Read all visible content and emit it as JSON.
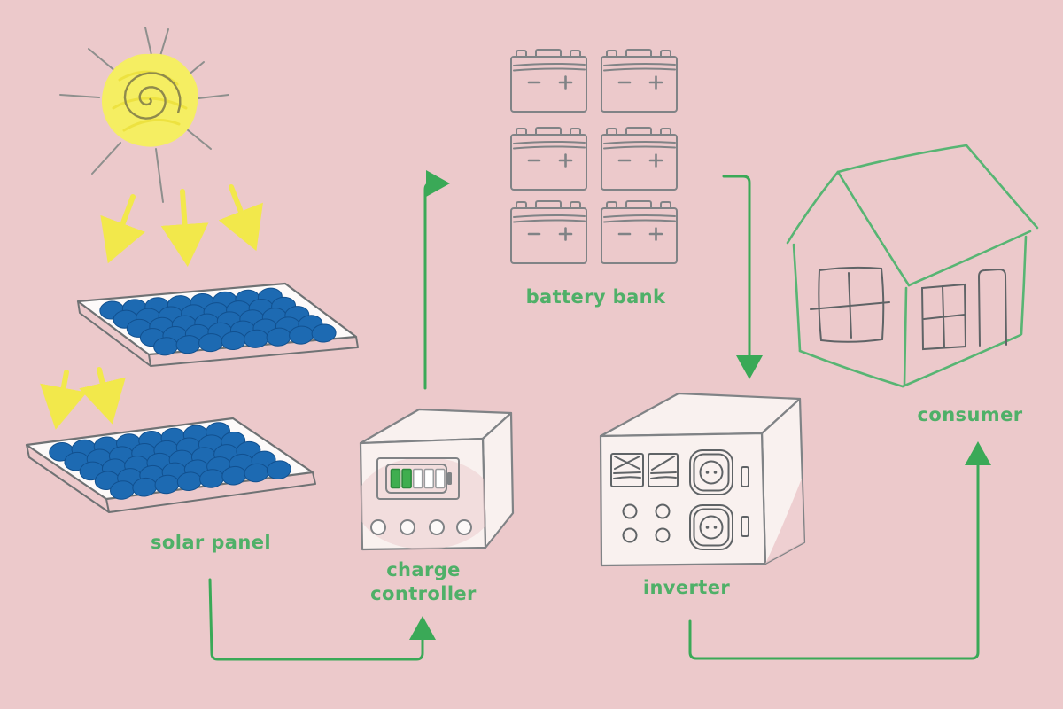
{
  "colors": {
    "background": "#ecc9cb",
    "green": "#3aa957",
    "label_green": "#4fb068",
    "yellow": "#f2e84b",
    "sun_fill": "#f5ee62",
    "panel_blue": "#1d6ab2",
    "panel_blue_dark": "#11508f",
    "outline_gray": "#808386",
    "detail_gray": "#5f6366",
    "house_green": "#57b573",
    "box_fill": "#f9f1ef"
  },
  "labels": {
    "solar_panel": "solar panel",
    "charge_controller": "charge controller",
    "battery_bank": "battery bank",
    "inverter": "inverter",
    "consumer": "consumer"
  },
  "components": {
    "sun": {
      "style": "yellow scribbled sun with spiral and rays"
    },
    "solar_panels": {
      "count": 2,
      "cell_rows": 5,
      "cell_columns": 8
    },
    "charge_controller": {
      "indicator_segments": 5,
      "segments_filled": 2,
      "knobs": 4
    },
    "battery_bank": {
      "battery_count": 6,
      "terminal_markings": [
        "−",
        "+"
      ]
    },
    "inverter": {
      "analog_meters": 2,
      "power_outlets": 2,
      "round_buttons": 4,
      "slots": 2
    },
    "consumer": {
      "type": "house"
    }
  },
  "connections": [
    {
      "from": "sun",
      "to": "solar panel",
      "style": "yellow rays"
    },
    {
      "from": "solar panel",
      "to": "charge controller",
      "style": "green arrow"
    },
    {
      "from": "charge controller",
      "to": "battery bank",
      "style": "green arrow"
    },
    {
      "from": "battery bank",
      "to": "inverter",
      "style": "green arrow"
    },
    {
      "from": "inverter",
      "to": "consumer",
      "style": "green arrow"
    }
  ]
}
